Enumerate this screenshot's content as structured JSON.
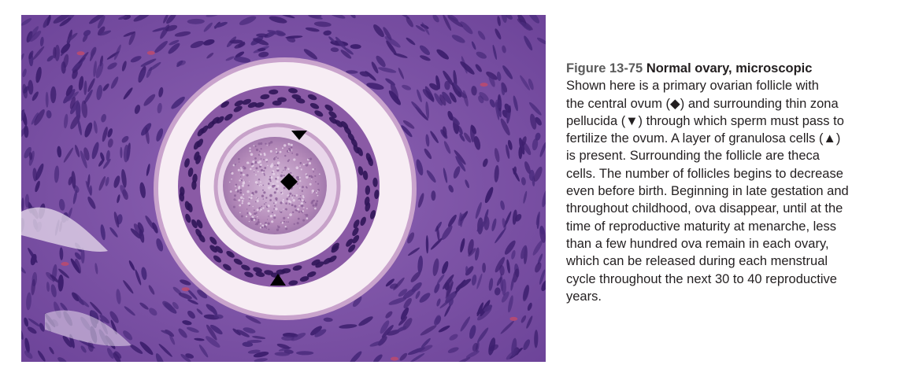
{
  "figure": {
    "number": "Figure 13-75",
    "title": "Normal ovary, microscopic",
    "image_alt": "Histology micrograph of a primary ovarian follicle",
    "markers": [
      {
        "symbol": "▼",
        "name": "zona pellucida marker"
      },
      {
        "symbol": "◆",
        "name": "ovum marker"
      },
      {
        "symbol": "▲",
        "name": "granulosa cells marker"
      }
    ],
    "caption_lines": [
      "Shown here is a primary ovarian follicle with",
      "the central ovum (◆) and surrounding thin zona",
      "pellucida (▼) through which sperm must pass to",
      "fertilize the ovum. A layer of granulosa cells (▲)",
      "is present. Surrounding the follicle are theca",
      "cells. The number of follicles begins to decrease",
      "even before birth. Beginning in late gestation and",
      "throughout childhood, ova disappear, until at the",
      "time of reproductive maturity at menarche, less",
      "than a few hundred ova remain in each ovary,",
      "which can be released during each menstrual",
      "cycle throughout the next 30 to 40 reproductive",
      "years."
    ]
  },
  "colors": {
    "stroma": "#7a4fa6",
    "nuclei": "#3d1f6e",
    "lumen": "#fbf4f8",
    "ovum": "#b489b8",
    "text": "#231f20"
  }
}
